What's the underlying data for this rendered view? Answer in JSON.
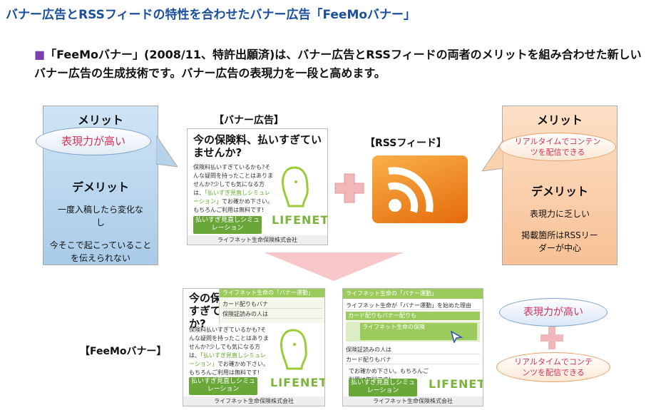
{
  "title": "バナー広告とRSSフィードの特性を合わせたバナー広告「FeeMoバナー」",
  "intro": {
    "bullet": "■",
    "text": "「FeeMoバナー」(2008/11、特許出願済)は、バナー広告とRSSフィードの両者のメリットを組み合わせた新しいバナー広告の生成技術です。バナー広告の表現力を一段と高めます。"
  },
  "left_panel": {
    "merit_label": "メリット",
    "merit_pill": "表現力が高い",
    "demerit_label": "デメリット",
    "demerit_1": "一度入稿したら変化なし",
    "demerit_2": "今そこで起こっていることを伝えられない"
  },
  "right_panel": {
    "merit_label": "メリット",
    "merit_pill": "リアルタイムでコンテンツを配信できる",
    "demerit_label": "デメリット",
    "demerit_1": "表現力に乏しい",
    "demerit_2": "掲載箇所はRSSリーダーが中心"
  },
  "labels": {
    "banner_ad": "【バナー広告】",
    "rss_feed": "【RSSフィード】",
    "feemo": "【FeeMoバナー】"
  },
  "banner": {
    "headline": "今の保険料、払いすぎていませんか?",
    "body": "保険料払いすぎているかも?そんな疑問を持ったことはありませんか?少しでも気になる方は、",
    "highlight": "「払いすぎ見直しシミュレーション」",
    "body2": "でお確かめ下さい。もちろんご利用は無料です!",
    "button": "払いすぎ見直しシミュレーション",
    "logo": "LIFENET",
    "footer": "ライフネット生命保険株式会社"
  },
  "feemo_overlay": {
    "feed_title": "ライフネット生命の「バナー運動」",
    "items": [
      "カード配りもバナ",
      "保険証読みの人は",
      "ライフネット生命が「バナー運動」を始めた理由",
      "カード配りもバナー配りも",
      "ライフネット生命の保険"
    ]
  },
  "right_result": {
    "pill_1": "表現力が高い",
    "pill_2": "リアルタイムでコンテンツを配信できる"
  },
  "colors": {
    "accent": "#1a4f9c",
    "plus": "#f2b8b9",
    "arrow": "#f6c6c9",
    "green": "#6aa739",
    "orange": "#f08a1c"
  }
}
